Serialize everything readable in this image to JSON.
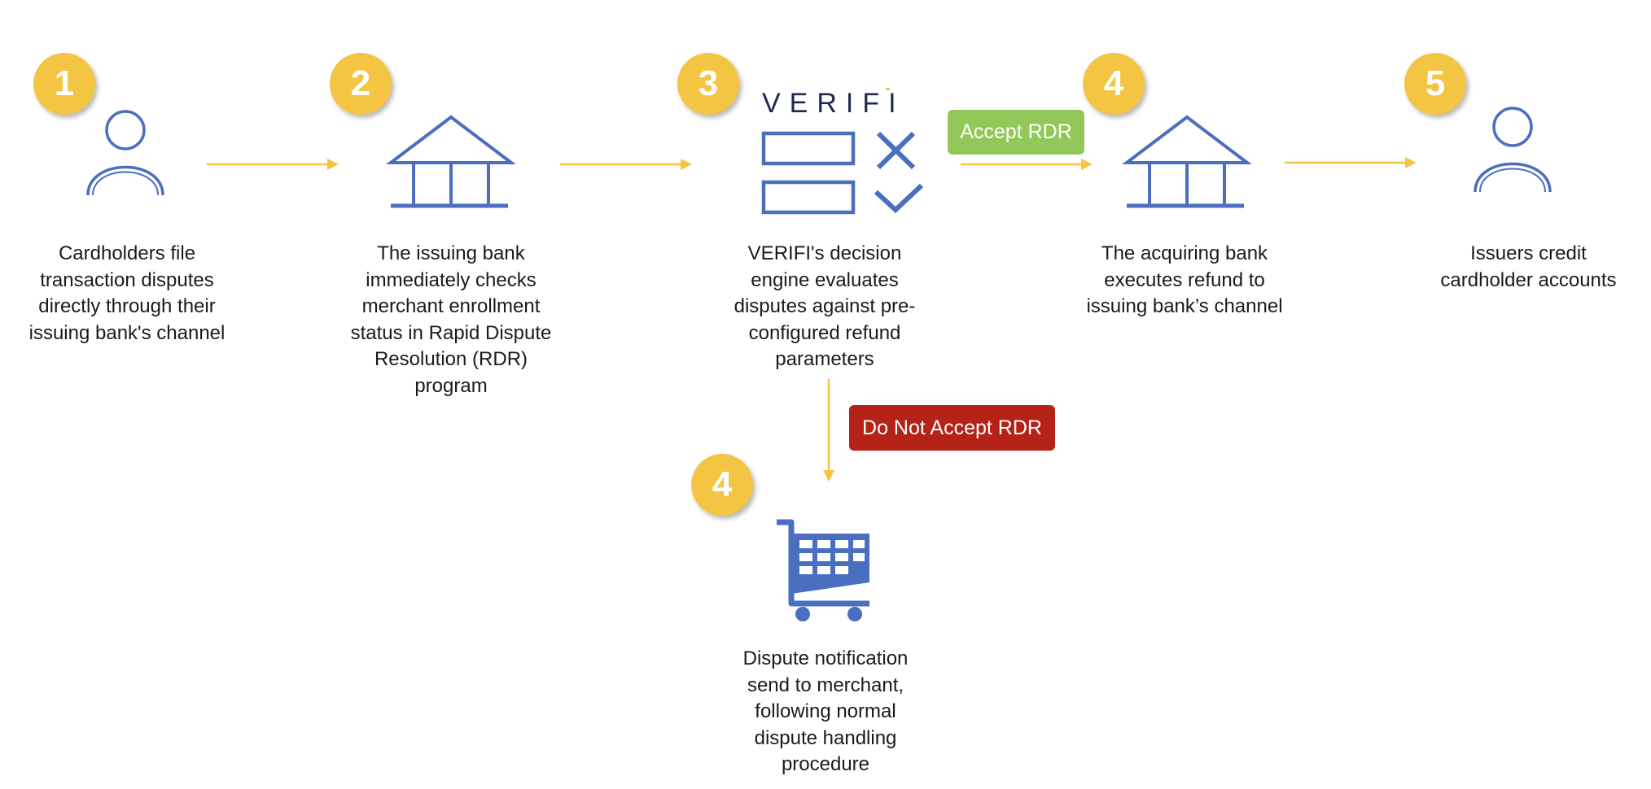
{
  "steps": [
    {
      "number": "1",
      "text": "Cardholders file transaction disputes directly through their issuing bank's channel",
      "icon": "person-icon"
    },
    {
      "number": "2",
      "text": "The issuing bank immediately checks merchant enrollment status in Rapid Dispute Resolution (RDR) program",
      "icon": "bank-icon"
    },
    {
      "number": "3",
      "text": "VERIFI's decision engine evaluates disputes against pre-configured refund parameters",
      "icon": "decision-checklist-icon"
    },
    {
      "number": "4",
      "text": "The acquiring bank executes refund to issuing bank’s channel",
      "icon": "bank-icon"
    },
    {
      "number": "5",
      "text": "Issuers credit cardholder accounts",
      "icon": "person-icon"
    },
    {
      "number": "4",
      "text": "Dispute notification send to merchant, following normal dispute handling procedure",
      "icon": "shopping-cart-icon"
    }
  ],
  "logo": "VERIFI",
  "accept_label": "Accept RDR",
  "reject_label": "Do Not Accept RDR",
  "colors": {
    "badge": "#f4c542",
    "icon": "#4a6ec0",
    "arrow": "#f4c542",
    "accept": "#92c85a",
    "reject": "#b52217"
  }
}
